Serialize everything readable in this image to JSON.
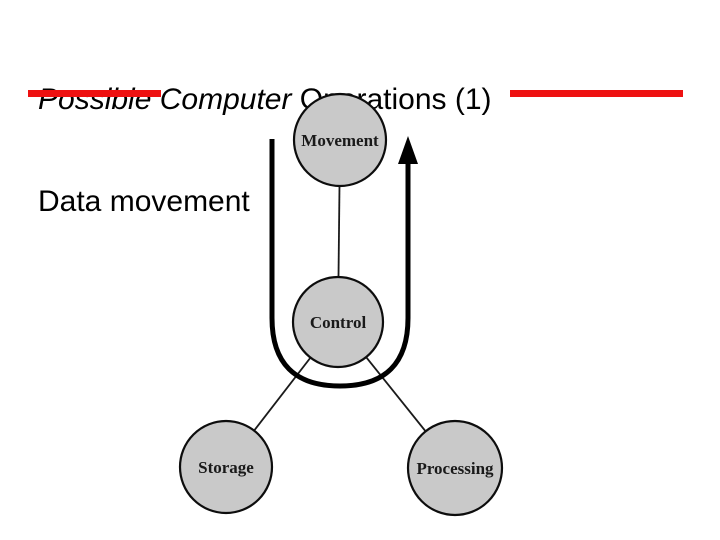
{
  "slide": {
    "title_italic": "Possible Computer ",
    "title_regular": "Operations (1)",
    "subtitle": "Data movement",
    "accent_color": "#ee1111",
    "background_color": "#ffffff"
  },
  "diagram": {
    "node_fill": "#c9c9c9",
    "node_stroke": "#000000",
    "nodes": {
      "movement": {
        "label": "Movement"
      },
      "control": {
        "label": "Control"
      },
      "storage": {
        "label": "Storage"
      },
      "processing": {
        "label": "Processing"
      }
    },
    "edges": [
      {
        "from": "Movement",
        "to": "Control"
      },
      {
        "from": "Control",
        "to": "Storage"
      },
      {
        "from": "Control",
        "to": "Processing"
      }
    ],
    "loop_arrow": {
      "description": "Thick U-shaped arrow: down left of Movement, looping under Control, pointing up at right of Movement"
    }
  }
}
